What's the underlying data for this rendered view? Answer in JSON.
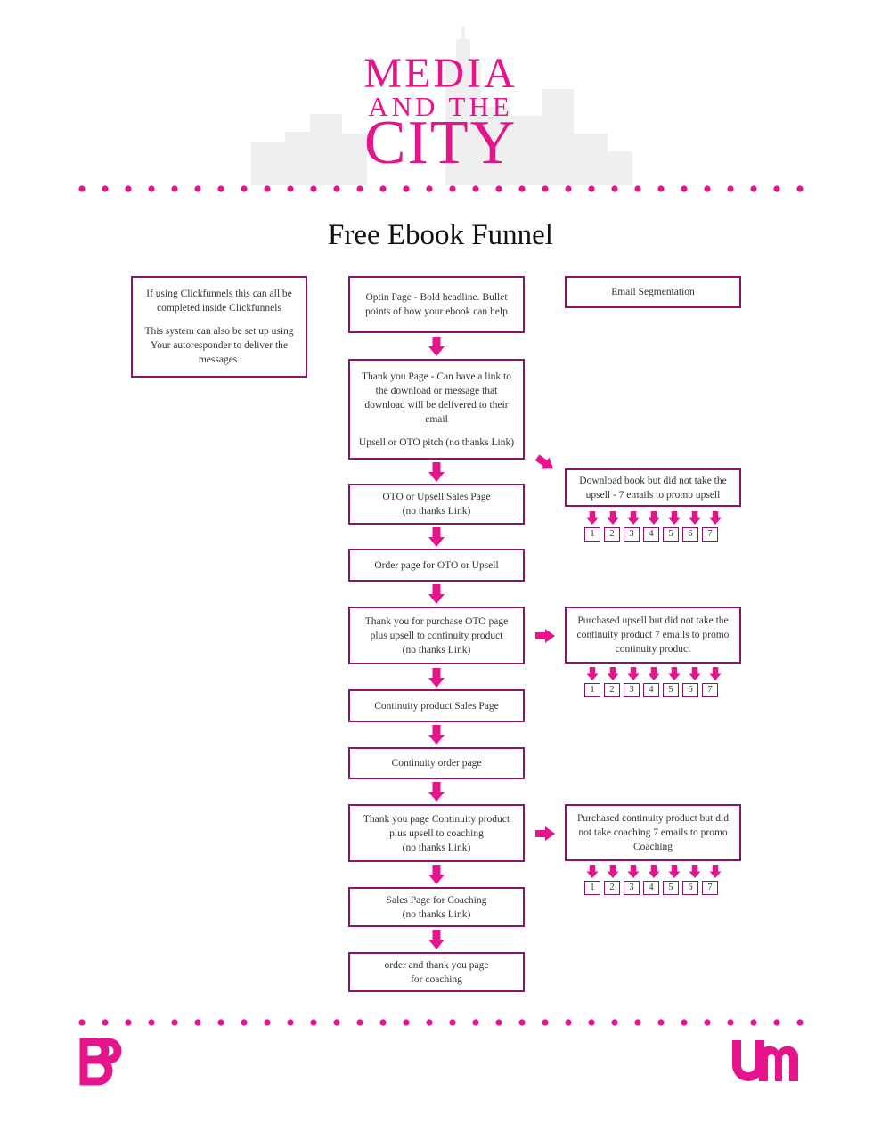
{
  "header": {
    "logo_line1": "MEDIA",
    "logo_line2": "AND THE",
    "logo_line3": "CITY"
  },
  "title": "Free Ebook Funnel",
  "colors": {
    "accent": "#e6148c",
    "border": "#8b1466",
    "skyline": "#efefef"
  },
  "side_note": {
    "line1": "If using Clickfunnels this can all be completed inside Clickfunnels",
    "line2": "This system can also be set up using Your autoresponder to deliver the messages."
  },
  "main_steps": [
    {
      "label": "Optin Page - Bold headline. Bullet points of how your ebook can help"
    },
    {
      "label": "Thank you Page - Can have a link to the download or message that download will be delivered to their email",
      "sub": "Upsell or OTO pitch (no thanks Link)"
    },
    {
      "label": "OTO or Upsell Sales Page",
      "sub": "(no thanks Link)"
    },
    {
      "label": "Order page for OTO or Upsell"
    },
    {
      "label": "Thank you for purchase OTO page plus upsell to continuity product",
      "sub": "(no thanks Link)"
    },
    {
      "label": "Continuity product Sales Page"
    },
    {
      "label": "Continuity order page"
    },
    {
      "label": "Thank you page Continuity product plus upsell to coaching",
      "sub": "(no thanks Link)"
    },
    {
      "label": "Sales Page for Coaching",
      "sub": "(no thanks Link)"
    },
    {
      "label": "order and thank you page",
      "sub": "for coaching"
    }
  ],
  "segmentation": {
    "header": "Email Segmentation",
    "groups": [
      {
        "label": "Download book but did not take the upsell - 7 emails to promo upsell",
        "emails": [
          "1",
          "2",
          "3",
          "4",
          "5",
          "6",
          "7"
        ]
      },
      {
        "label": "Purchased upsell but did not take the continuity product 7 emails to promo continuity product",
        "emails": [
          "1",
          "2",
          "3",
          "4",
          "5",
          "6",
          "7"
        ]
      },
      {
        "label": "Purchased continuity product but did not take coaching 7 emails to promo Coaching",
        "emails": [
          "1",
          "2",
          "3",
          "4",
          "5",
          "6",
          "7"
        ]
      }
    ]
  },
  "footer": {
    "left_logo": "BB",
    "right_logo": "UM"
  }
}
